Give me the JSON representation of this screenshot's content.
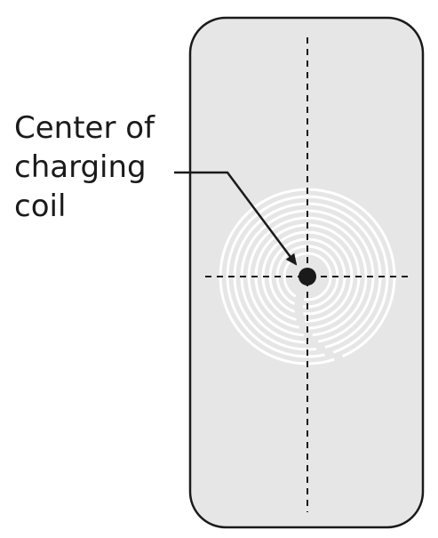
{
  "callout": {
    "lines": [
      "Center of",
      "charging",
      "coil"
    ]
  },
  "colors": {
    "device_fill": "#e6e6e6",
    "device_stroke": "#1a1a1a",
    "coil_stroke": "#ffffff",
    "guide_stroke": "#1a1a1a",
    "center_dot": "#1a1a1a",
    "arrow": "#1a1a1a"
  }
}
